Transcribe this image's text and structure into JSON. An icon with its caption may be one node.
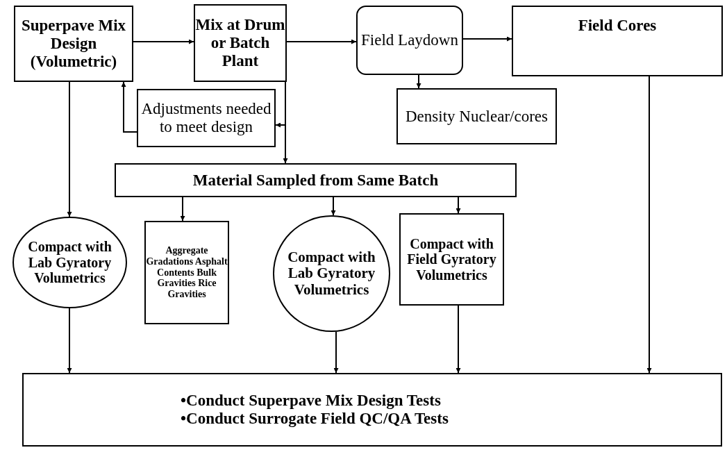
{
  "diagram": {
    "nodes": [
      {
        "text": [
          "Superpave Mix Design (Volumetric)"
        ]
      },
      {
        "text": [
          "Mix at Drum or Batch Plant"
        ]
      },
      {
        "text": [
          "Field Laydown"
        ]
      },
      {
        "text": [
          "Field Cores"
        ]
      },
      {
        "text": [
          "Adjustments needed to meet design"
        ]
      },
      {
        "text": [
          "Density Nuclear/cores"
        ]
      },
      {
        "text": [
          "Material Sampled from Same Batch"
        ]
      },
      {
        "text": [
          "Compact with Lab Gyratory Volumetrics"
        ]
      },
      {
        "text": [
          "Aggregate Gradations Asphalt Contents Bulk Gravities Rice Gravities"
        ]
      },
      {
        "text": [
          "Compact with Lab Gyratory Volumetrics"
        ]
      },
      {
        "text": [
          "Compact with Field Gyratory Volumetrics"
        ]
      },
      {
        "text": [
          "•Conduct Superpave Mix Design Tests",
          "•Conduct Surrogate Field QC/QA Tests"
        ]
      }
    ],
    "edges": [
      {
        "from": 0,
        "to": 1,
        "arrow": "to"
      },
      {
        "from": 1,
        "to": 2,
        "arrow": "to"
      },
      {
        "from": 2,
        "to": 3,
        "arrow": "to"
      },
      {
        "from": 2,
        "to": 5,
        "arrow": "to"
      },
      {
        "from": 1,
        "to": 4,
        "arrow": "to"
      },
      {
        "from": 4,
        "to": 0,
        "arrow": "to"
      },
      {
        "from": 1,
        "to": 6,
        "arrow": "to"
      },
      {
        "from": 0,
        "to": 7,
        "arrow": "to"
      },
      {
        "from": 6,
        "to": 8,
        "arrow": "to"
      },
      {
        "from": 6,
        "to": 9,
        "arrow": "to"
      },
      {
        "from": 6,
        "to": 10,
        "arrow": "to"
      },
      {
        "from": 3,
        "to": 11,
        "arrow": "to"
      },
      {
        "from": 7,
        "to": 11,
        "arrow": "to"
      },
      {
        "from": 9,
        "to": 11,
        "arrow": "to"
      },
      {
        "from": 10,
        "to": 11,
        "arrow": "to"
      }
    ]
  }
}
